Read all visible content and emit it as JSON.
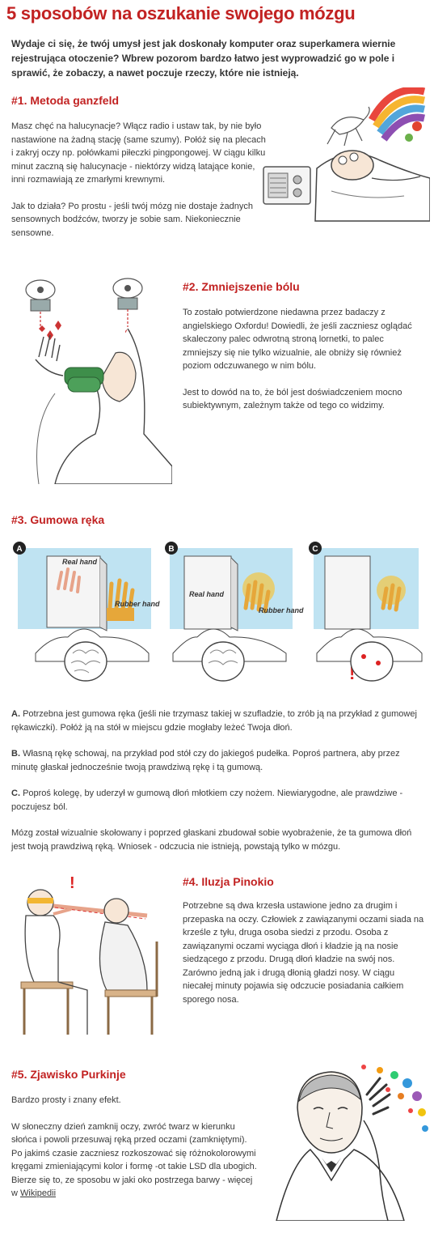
{
  "article": {
    "title": "5 sposobów na oszukanie swojego mózgu",
    "intro": "Wydaje ci się, że twój umysł jest jak doskonały komputer oraz superkamera wiernie rejestrująca otoczenie? Wbrew pozorom bardzo łatwo jest wyprowadzić go w pole i sprawić, że zobaczy, a nawet poczuje rzeczy, które nie istnieją."
  },
  "s1": {
    "title": "#1. Metoda ganzfeld",
    "p1": "Masz chęć na halucynacje? Włącz radio i ustaw tak, by nie było nastawione na żadną stację (same szumy). Połóż się na plecach i zakryj oczy np. połówkami piłeczki pingpongowej. W ciągu kilku minut zaczną się halucynacje - niektórzy widzą latające konie, inni rozmawiają ze zmarłymi krewnymi.",
    "p2": "Jak to działa? Po prostu - jeśli twój mózg nie dostaje żadnych sensownych bodźców, tworzy je sobie sam. Niekoniecznie sensowne."
  },
  "s2": {
    "title": "#2. Zmniejszenie bólu",
    "p1": "To zostało potwierdzone niedawna przez badaczy z angielskiego Oxfordu! Dowiedli, że jeśli zaczniesz oglądać skaleczony palec odwrotną stroną lornetki, to palec zmniejszy się nie tylko wizualnie, ale obniży się również poziom odczuwanego w nim bólu.",
    "p2": "Jest to dowód na to, że ból jest doświadczeniem mocno subiektywnym, zależnym także od tego co widzimy."
  },
  "s3": {
    "title": "#3. Gumowa ręka",
    "panels": [
      {
        "letter": "A",
        "real": "Real hand",
        "rubber": "Rubber hand"
      },
      {
        "letter": "B",
        "real": "Real hand",
        "rubber": "Rubber hand"
      },
      {
        "letter": "C"
      }
    ],
    "pA_label": "A.",
    "pA": "Potrzebna jest gumowa ręka (jeśli nie trzymasz takiej w szufladzie, to zrób ją na przykład z gumowej rękawiczki). Połóż ją na stół w miejscu gdzie mogłaby leżeć Twoja dłoń.",
    "pB_label": "B.",
    "pB": "Własną rękę schowaj, na przykład pod stół czy do jakiegoś pudełka. Poproś partnera, aby przez minutę głaskał jednocześnie twoją prawdziwą rękę i tą gumową.",
    "pC_label": "C.",
    "pC": "Poproś kolegę, by uderzył w gumową dłoń młotkiem czy nożem. Niewiarygodne, ale prawdziwe - poczujesz ból.",
    "p4": "Mózg został wizualnie skołowany i poprzed głaskani zbudował sobie wyobrażenie, że ta gumowa dłoń jest twoją prawdziwą ręką. Wniosek - odczucia nie istnieją, powstają tylko w mózgu."
  },
  "s4": {
    "title": "#4. Iluzja Pinokio",
    "p1": "Potrzebne są dwa krzesła ustawione jedno za drugim i przepaska na oczy. Człowiek z zawiązanymi oczami siada na krześle z tyłu, druga osoba siedzi z przodu. Osoba z zawiązanymi oczami wyciąga dłoń i kładzie ją na nosie siedzącego z przodu. Drugą dłoń kładzie na swój nos. Zarówno jedną jak i drugą dłonią gładzi nosy. W ciągu niecałej minuty pojawia się odczucie posiadania całkiem sporego nosa."
  },
  "s5": {
    "title": "#5. Zjawisko Purkinje",
    "p1": "Bardzo prosty i znany efekt.",
    "p2_text": "W słoneczny dzień zamknij oczy, zwróć twarz w kierunku słońca i powoli przesuwaj ręką przed oczami (zamkniętymi). Po jakimś czasie zaczniesz rozkoszować się różnokolorowymi kręgami zmieniającymi kolor i formę -ot takie LSD dla ubogich. Bierze się to, ze sposobu w jaki oko postrzega barwy - więcej w",
    "p2_link": "Wikipedii"
  },
  "colors": {
    "heading": "#c22222",
    "text": "#3a3a3a",
    "panel_bg": "#bfe3f2",
    "binoculars": "#3e8e4a",
    "flesh": "#f3c9a8"
  },
  "icons": [
    "radio-icon",
    "sleeping-man-icon",
    "binoculars-woman-icon",
    "rubber-hand-icon",
    "brain-icon",
    "blindfold-chairs-icon",
    "hand-eyes-man-icon"
  ]
}
